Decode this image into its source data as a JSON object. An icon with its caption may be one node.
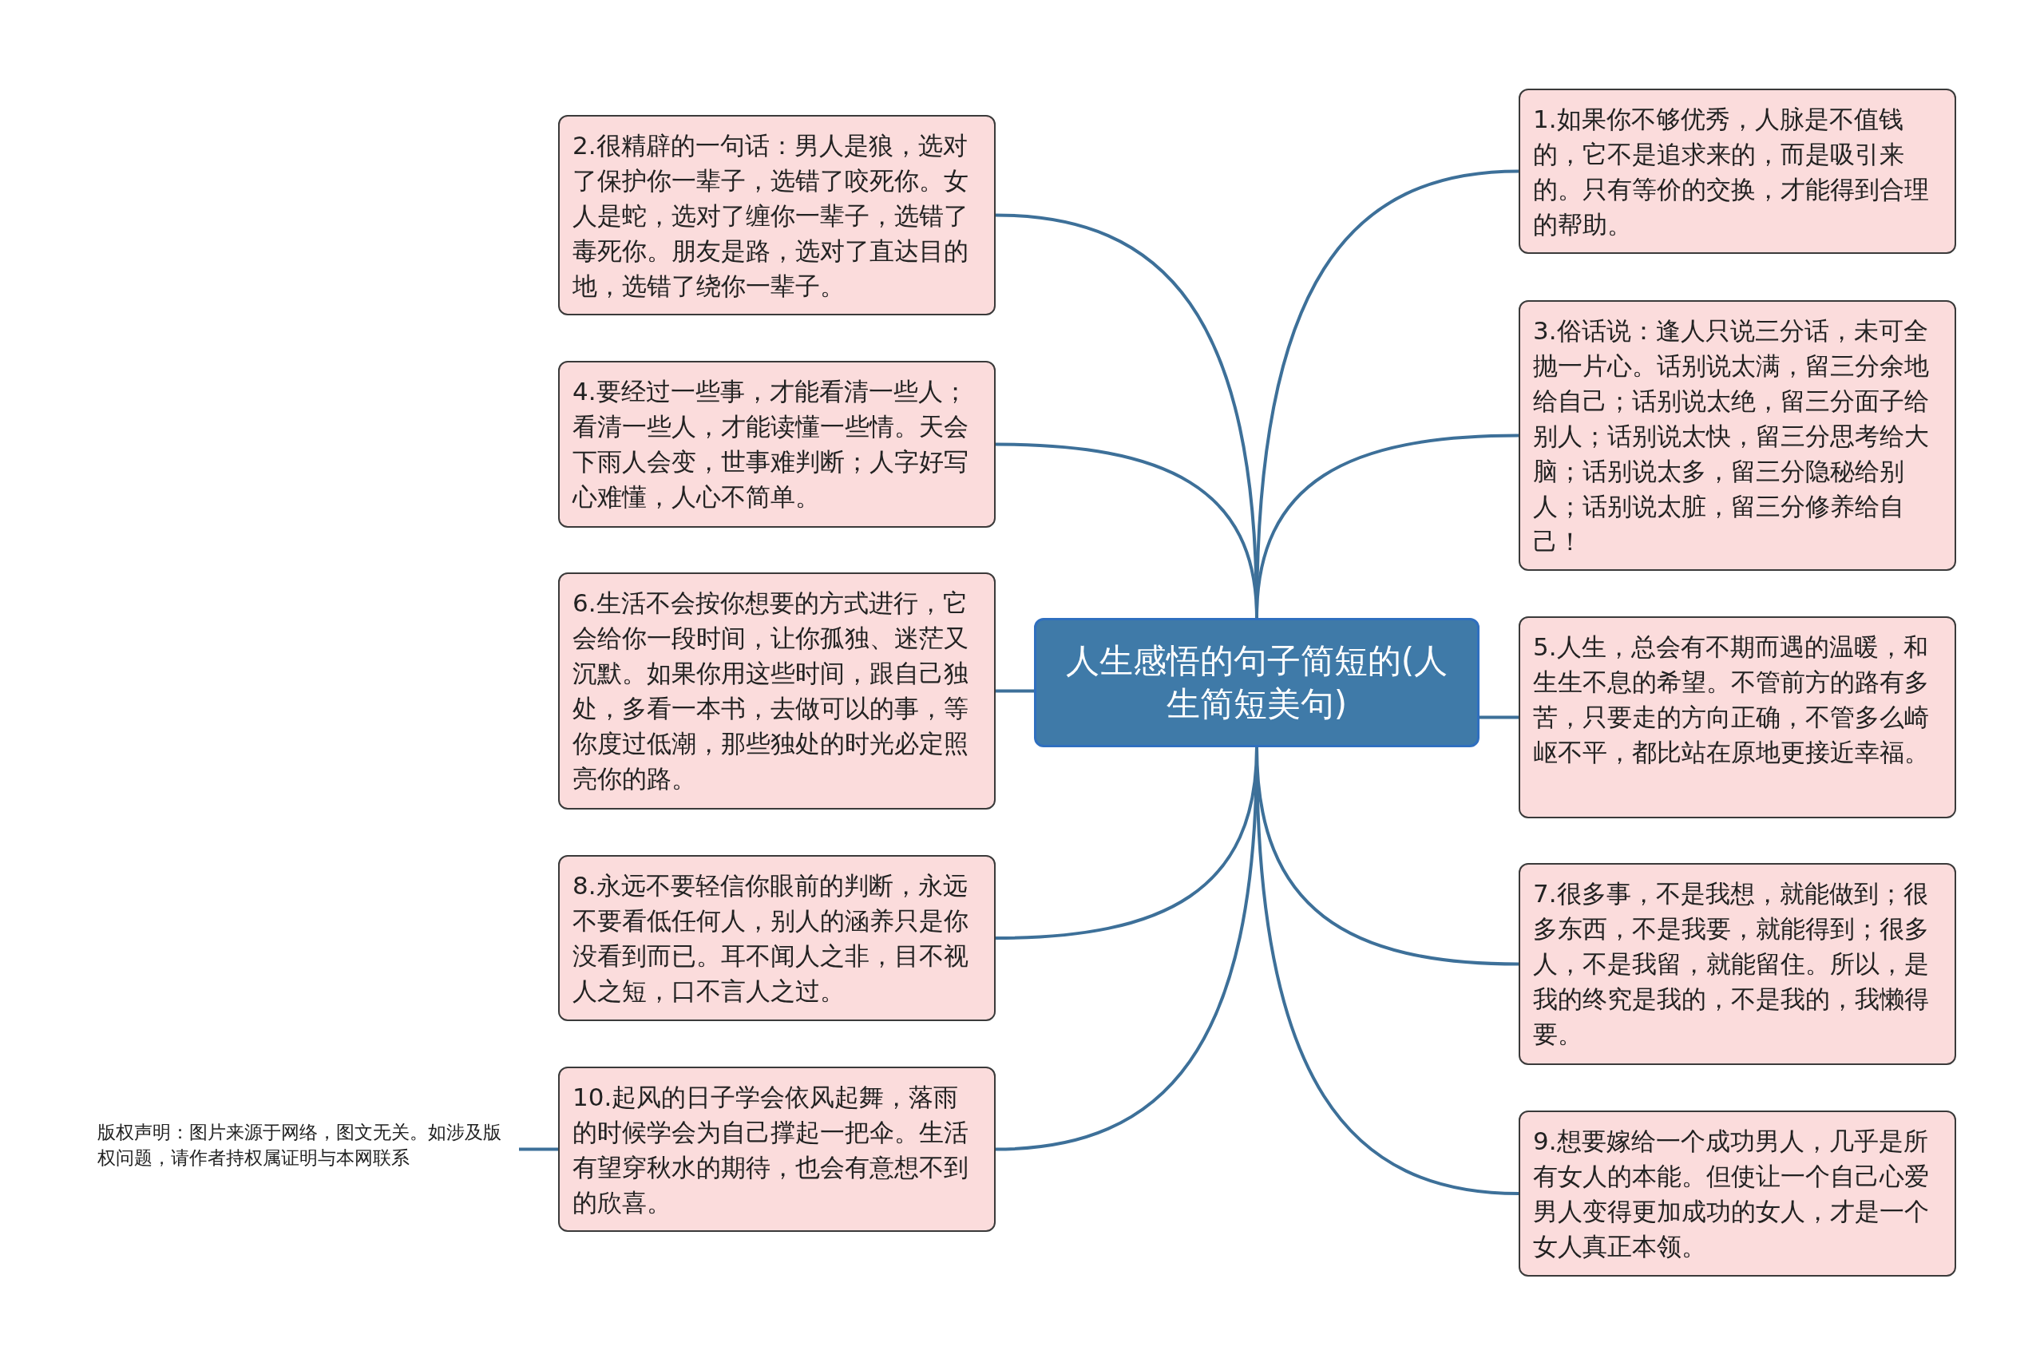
{
  "diagram": {
    "nodes": [
      {
        "text": [
          "人生感悟的句子简短的(人生简短美句)"
        ]
      },
      {
        "text": [
          "1.如果你不够优秀，人脉是不值钱的，它不是追求来的，而是吸引来的。只有等价的交换，才能得到合理的帮助。"
        ]
      },
      {
        "text": [
          "2.很精辟的一句话：男人是狼，选对了保护你一辈子，选错了咬死你。女人是蛇，选对了缠你一辈子，选错了毒死你。朋友是路，选对了直达目的地，选错了绕你一辈子。"
        ]
      },
      {
        "text": [
          "3.俗话说：逢人只说三分话，未可全抛一片心。话别说太满，留三分余地给自己；话别说太绝，留三分面子给别人；话别说太快，留三分思考给大脑；话别说太多，留三分隐秘给别人；话别说太脏，留三分修养给自己！"
        ]
      },
      {
        "text": [
          "4.要经过一些事，才能看清一些人；看清一些人，才能读懂一些情。天会下雨人会变，世事难判断；人字好写心难懂，人心不简单。"
        ]
      },
      {
        "text": [
          "5.人生，总会有不期而遇的温暖，和生生不息的希望。不管前方的路有多苦，只要走的方向正确，不管多么崎岖不平，都比站在原地更接近幸福。"
        ]
      },
      {
        "text": [
          "6.生活不会按你想要的方式进行，它会给你一段时间，让你孤独、迷茫又沉默。如果你用这些时间，跟自己独处，多看一本书，去做可以的事，等你度过低潮，那些独处的时光必定照亮你的路。"
        ]
      },
      {
        "text": [
          "7.很多事，不是我想，就能做到；很多东西，不是我要，就能得到；很多人，不是我留，就能留住。所以，是我的终究是我的，不是我的，我懒得要。"
        ]
      },
      {
        "text": [
          "8.永远不要轻信你眼前的判断，永远不要看低任何人，别人的涵养只是你没看到而已。耳不闻人之非，目不视人之短，口不言人之过。"
        ]
      },
      {
        "text": [
          "9.想要嫁给一个成功男人，几乎是所有女人的本能。但使让一个自己心爱男人变得更加成功的女人，才是一个女人真正本领。"
        ]
      },
      {
        "text": [
          "10.起风的日子学会依风起舞，落雨的时候学会为自己撑起一把伞。生活有望穿秋水的期待，也会有意想不到的欣喜。"
        ]
      },
      {
        "text": [
          "版权声明：图片来源于网络，图文无关。如涉及版权问题，请作者持权属证明与本网联系"
        ]
      }
    ],
    "edges": [
      {
        "from": 0,
        "to": 1,
        "arrow": "none"
      },
      {
        "from": 0,
        "to": 2,
        "arrow": "none"
      },
      {
        "from": 0,
        "to": 3,
        "arrow": "none"
      },
      {
        "from": 0,
        "to": 4,
        "arrow": "none"
      },
      {
        "from": 0,
        "to": 5,
        "arrow": "none"
      },
      {
        "from": 0,
        "to": 6,
        "arrow": "none"
      },
      {
        "from": 0,
        "to": 7,
        "arrow": "none"
      },
      {
        "from": 0,
        "to": 8,
        "arrow": "none"
      },
      {
        "from": 0,
        "to": 9,
        "arrow": "none"
      },
      {
        "from": 0,
        "to": 10,
        "arrow": "none"
      },
      {
        "from": 11,
        "to": 10,
        "arrow": "none"
      }
    ]
  }
}
